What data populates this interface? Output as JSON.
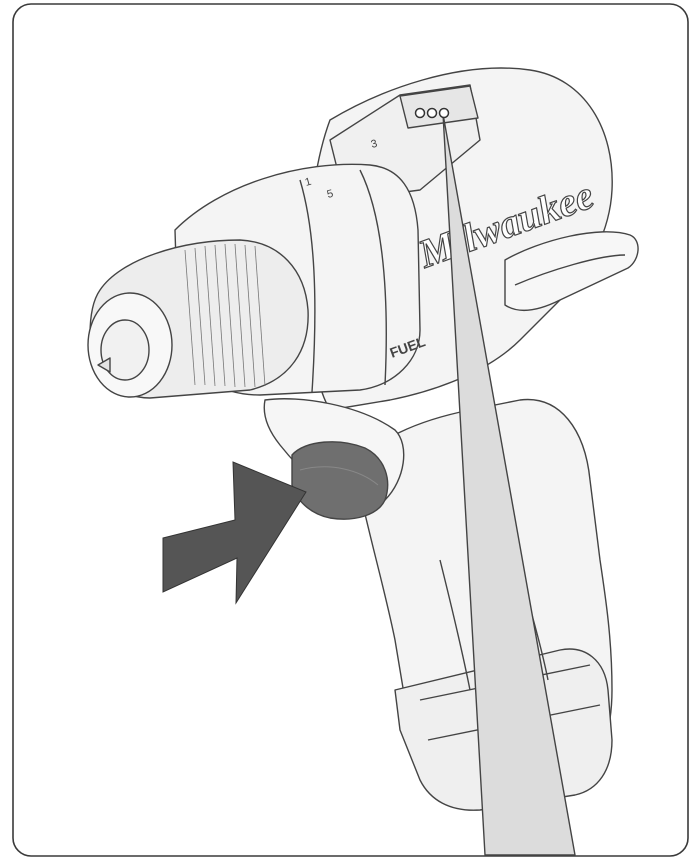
{
  "brand": {
    "logo_text": "Milwaukee",
    "fuel_text": "FUEL"
  },
  "clutch_markings": [
    "1",
    "5",
    "3"
  ],
  "colors": {
    "background": "#ffffff",
    "frame_stroke": "#3a3a3a",
    "tool_body": "#f4f4f4",
    "tool_line": "#444444",
    "trigger_fill": "#6f6f6f",
    "arrow_fill": "#555555",
    "beam_fill": "#dcdcdc"
  },
  "icons": {
    "arrow": "push-arrow-icon",
    "leds": "led-indicator-icon"
  }
}
